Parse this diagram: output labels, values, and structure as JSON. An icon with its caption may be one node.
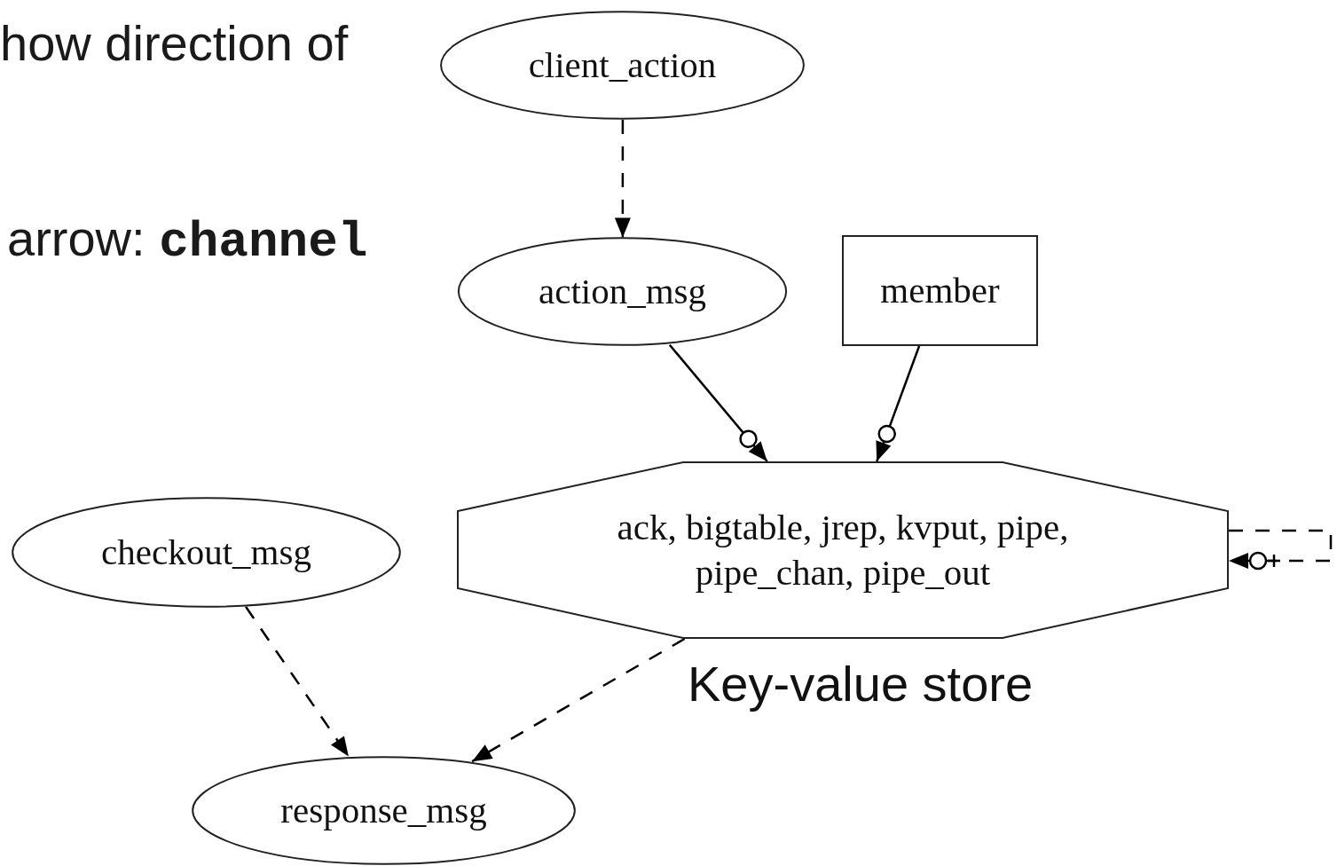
{
  "diagram": {
    "nodes": [
      {
        "text": [
          "client_action"
        ]
      },
      {
        "text": [
          "action_msg"
        ]
      },
      {
        "text": [
          "member"
        ]
      },
      {
        "text": [
          "checkout_msg"
        ]
      },
      {
        "text": [
          "ack, bigtable, jrep, kvput, pipe, pipe_chan, pipe_out"
        ],
        "beside": [
          "Key-value store"
        ]
      },
      {
        "text": [
          "response_msg"
        ]
      }
    ],
    "edges": [
      {
        "from": 0,
        "to": 1,
        "arrow": "to",
        "style": "dashed"
      },
      {
        "from": 1,
        "to": 4,
        "arrow": "to"
      },
      {
        "from": 2,
        "to": 4,
        "arrow": "to"
      },
      {
        "from": 3,
        "to": 5,
        "arrow": "to",
        "style": "dashed"
      },
      {
        "from": 4,
        "to": 5,
        "arrow": "to",
        "style": "dashed"
      },
      {
        "from": 4,
        "to": 4,
        "arrow": "to",
        "style": "dashed"
      }
    ],
    "labels": [
      "how direction of",
      "arrow: **channel**"
    ]
  }
}
